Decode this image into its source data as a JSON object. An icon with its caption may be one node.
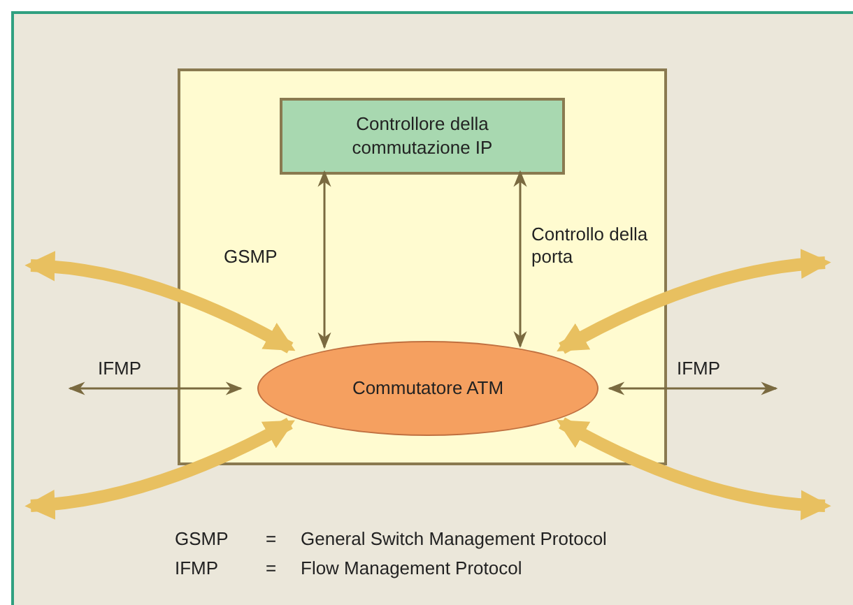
{
  "diagram": {
    "nodes": [
      {
        "text": [],
        "shape": "box"
      },
      {
        "text": [
          "Controllore della commutazione IP"
        ],
        "in": 0
      },
      {
        "text": [
          "Commutatore ATM"
        ],
        "in": 0
      }
    ],
    "edges": [
      {
        "from": 1,
        "to": 2,
        "arrow": "both",
        "label": "GSMP"
      },
      {
        "from": 1,
        "to": 2,
        "arrow": "both",
        "label": "Controllo della porta"
      },
      {
        "from": null,
        "to": 2,
        "arrow": "both",
        "label": "IFMP"
      },
      {
        "from": null,
        "to": 2,
        "arrow": "both",
        "label": "IFMP"
      },
      {
        "from": null,
        "to": 2,
        "arrow": "both",
        "style": "thick",
        "color": "#e8c060"
      },
      {
        "from": null,
        "to": 2,
        "arrow": "both",
        "style": "thick",
        "color": "#e8c060"
      },
      {
        "from": null,
        "to": 2,
        "arrow": "both",
        "style": "thick",
        "color": "#e8c060"
      },
      {
        "from": null,
        "to": 2,
        "arrow": "both",
        "style": "thick",
        "color": "#e8c060"
      }
    ],
    "labels": [
      "GSMP",
      "=",
      "General Switch Management Protocol",
      "IFMP",
      "=",
      "Flow Management Protocol"
    ]
  }
}
